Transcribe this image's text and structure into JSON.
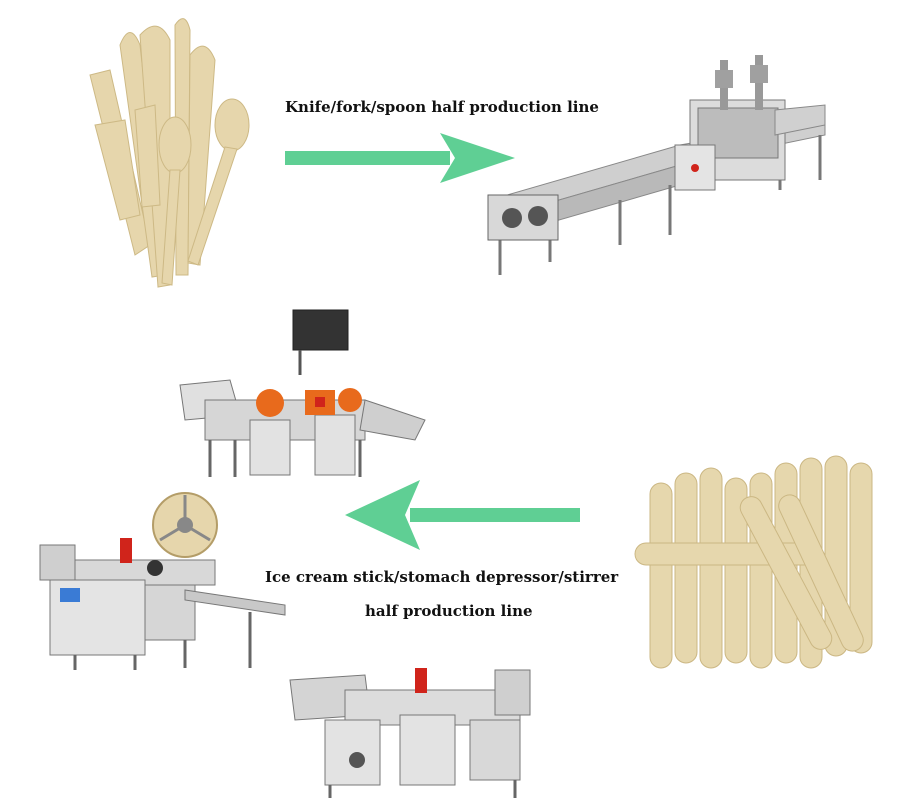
{
  "captions": {
    "top": "Knife/fork/spoon half production line",
    "bottom_line1": "Ice cream stick/stomach depressor/stirrer",
    "bottom_line2": "half production line"
  },
  "colors": {
    "arrow": "#5fcf94",
    "wood": "#e3d3a8",
    "wood_dark": "#c9b47e",
    "machine": "#d9d9d9",
    "machine_dark": "#7a7a7a",
    "accent_orange": "#e86a1c",
    "accent_red": "#d0241b"
  },
  "icons": {
    "top_arrow": "arrow-right-icon",
    "bottom_arrow": "arrow-left-icon"
  }
}
